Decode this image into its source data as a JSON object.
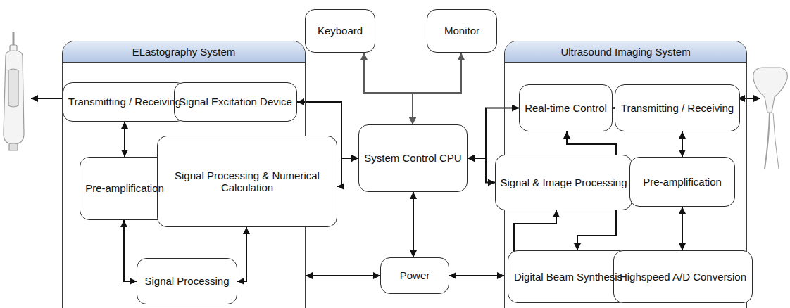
{
  "diagram": {
    "nodes": [
      {
        "text": [
          "ELastography System"
        ]
      },
      {
        "text": [
          "Transmitting / Receiving"
        ],
        "in": 0
      },
      {
        "text": [
          "Signal Excitation Device"
        ],
        "in": 0
      },
      {
        "text": [
          "Pre-amplification"
        ],
        "in": 0
      },
      {
        "text": [
          "Signal Processing & Numerical Calculation"
        ],
        "in": 0
      },
      {
        "text": [
          "Signal Processing"
        ],
        "in": 0
      },
      {
        "text": [
          "Keyboard"
        ]
      },
      {
        "text": [
          "Monitor"
        ]
      },
      {
        "text": [
          "System Control CPU"
        ]
      },
      {
        "text": [
          "Power"
        ]
      },
      {
        "text": [
          "Ultrasound Imaging System"
        ]
      },
      {
        "text": [
          "Real-time Control"
        ],
        "in": 10
      },
      {
        "text": [
          "Transmitting / Receiving"
        ],
        "in": 10
      },
      {
        "text": [
          "Signal & Image Processing"
        ],
        "in": 10
      },
      {
        "text": [
          "Pre-amplification"
        ],
        "in": 10
      },
      {
        "text": [
          "Digital Beam Synthesis"
        ],
        "in": 10
      },
      {
        "text": [
          "Highspeed A/D Conversion"
        ],
        "in": 10
      }
    ],
    "edges": [
      {
        "from": 1,
        "to": 2,
        "arrow": "both"
      },
      {
        "from": 1,
        "to": 3,
        "arrow": "both"
      },
      {
        "from": 3,
        "to": 5,
        "arrow": "both"
      },
      {
        "from": 5,
        "to": 4,
        "arrow": "both"
      },
      {
        "from": 8,
        "to": 2,
        "arrow": "both"
      },
      {
        "from": 8,
        "to": 4,
        "arrow": "both"
      },
      {
        "from": 6,
        "to": 8,
        "arrow": "both"
      },
      {
        "from": 8,
        "to": 7,
        "arrow": "both"
      },
      {
        "from": 8,
        "to": 9,
        "arrow": "both"
      },
      {
        "from": 9,
        "to": 0,
        "arrow": "both"
      },
      {
        "from": 9,
        "to": 10,
        "arrow": "both"
      },
      {
        "from": 8,
        "to": 11,
        "arrow": "both"
      },
      {
        "from": 8,
        "to": 13,
        "arrow": "both"
      },
      {
        "from": 11,
        "to": 12,
        "arrow": "both"
      },
      {
        "from": 12,
        "to": 14,
        "arrow": "both"
      },
      {
        "from": 14,
        "to": 16,
        "arrow": "both"
      },
      {
        "from": 16,
        "to": 15,
        "arrow": "both"
      },
      {
        "from": 11,
        "to": 15,
        "arrow": "both"
      },
      {
        "from": 13,
        "to": 15,
        "arrow": "both"
      }
    ]
  }
}
